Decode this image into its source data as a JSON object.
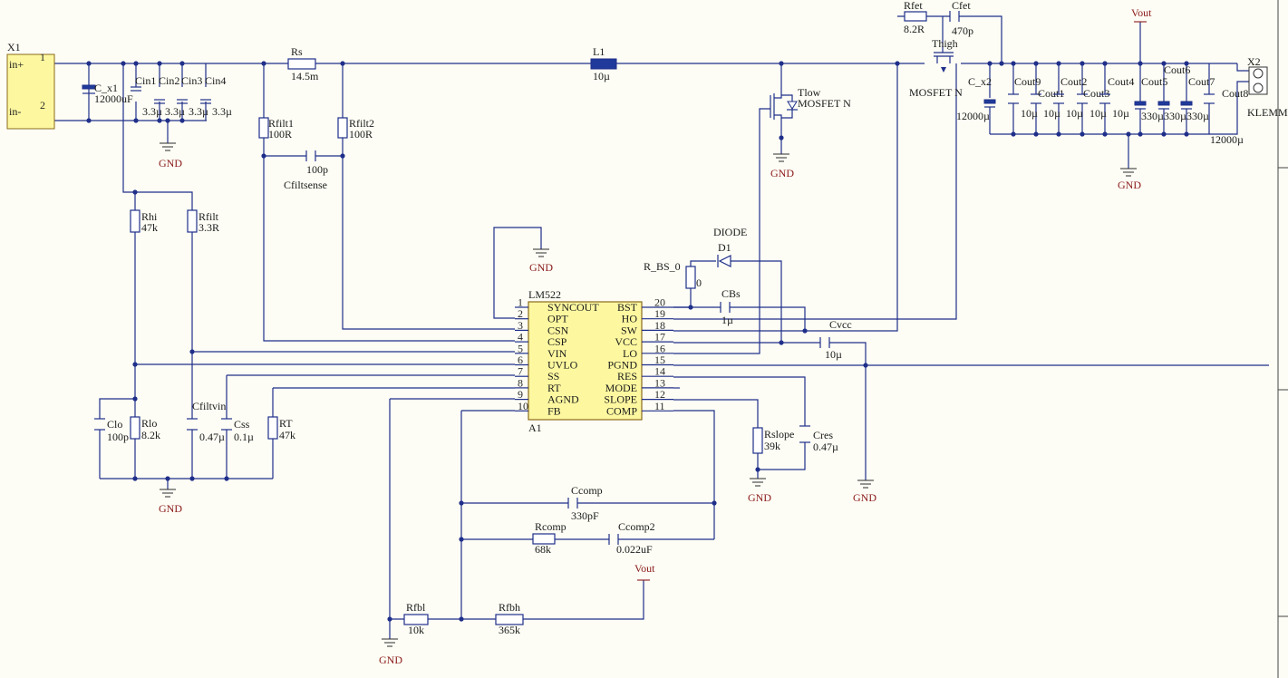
{
  "connectors": {
    "x1": {
      "designator": "X1",
      "pin1_name": "in+",
      "pin2_name": "in-",
      "pin1": "1",
      "pin2": "2"
    },
    "x2": {
      "designator": "X2",
      "type": "KLEMME"
    }
  },
  "resistors": [
    {
      "ref": "Rs",
      "value": "14.5m"
    },
    {
      "ref": "Rfilt1",
      "value": "100R"
    },
    {
      "ref": "Rfilt2",
      "value": "100R"
    },
    {
      "ref": "Rhi",
      "value": "47k"
    },
    {
      "ref": "Rfilt",
      "value": "3.3R"
    },
    {
      "ref": "Rlo",
      "value": "8.2k"
    },
    {
      "ref": "RT",
      "value": "47k"
    },
    {
      "ref": "Rfet",
      "value": "8.2R"
    },
    {
      "ref": "R_BS_0",
      "value": "0"
    },
    {
      "ref": "Rslope",
      "value": "39k"
    },
    {
      "ref": "Rcomp",
      "value": "68k"
    },
    {
      "ref": "Rfbl",
      "value": "10k"
    },
    {
      "ref": "Rfbh",
      "value": "365k"
    }
  ],
  "capacitors": [
    {
      "ref": "C_x1",
      "value": "12000uF"
    },
    {
      "ref": "Cin1",
      "value": "3.3µ"
    },
    {
      "ref": "Cin2",
      "value": "3.3µ"
    },
    {
      "ref": "Cin3",
      "value": "3.3µ"
    },
    {
      "ref": "Cin4",
      "value": "3.3µ"
    },
    {
      "ref": "Cfiltsense",
      "value": "100p"
    },
    {
      "ref": "Clo",
      "value": "100p"
    },
    {
      "ref": "Cfiltvin",
      "value": "0.47µ"
    },
    {
      "ref": "Css",
      "value": "0.1µ"
    },
    {
      "ref": "Cfet",
      "value": "470p"
    },
    {
      "ref": "CBs",
      "value": "1µ"
    },
    {
      "ref": "Cvcc",
      "value": "10µ"
    },
    {
      "ref": "Cres",
      "value": "0.47µ"
    },
    {
      "ref": "Ccomp",
      "value": "330pF"
    },
    {
      "ref": "Ccomp2",
      "value": "0.022uF"
    },
    {
      "ref": "C_x2",
      "value": "12000µ"
    },
    {
      "ref": "Cout9",
      "value": "10µ"
    },
    {
      "ref": "Cout1",
      "value": "10µ"
    },
    {
      "ref": "Cout2",
      "value": "10µ"
    },
    {
      "ref": "Cout3",
      "value": "10µ"
    },
    {
      "ref": "Cout4",
      "value": "10µ"
    },
    {
      "ref": "Cout5",
      "value": "330µ"
    },
    {
      "ref": "Cout6",
      "value": "330µ"
    },
    {
      "ref": "Cout7",
      "value": "330µ"
    },
    {
      "ref": "Cout8",
      "value": "12000µ"
    }
  ],
  "inductor": {
    "ref": "L1",
    "value": "10µ"
  },
  "diode": {
    "type": "DIODE",
    "ref": "D1"
  },
  "mosfets": [
    {
      "ref": "Tlow",
      "type": "MOSFET N"
    },
    {
      "ref": "Thigh",
      "type": "MOSFET N"
    }
  ],
  "ic": {
    "ref": "A1",
    "part": "LM522",
    "left_pins": [
      {
        "num": "1",
        "name": "SYNCOUT"
      },
      {
        "num": "2",
        "name": "OPT"
      },
      {
        "num": "3",
        "name": "CSN"
      },
      {
        "num": "4",
        "name": "CSP"
      },
      {
        "num": "5",
        "name": "VIN"
      },
      {
        "num": "6",
        "name": "UVLO"
      },
      {
        "num": "7",
        "name": "SS"
      },
      {
        "num": "8",
        "name": "RT"
      },
      {
        "num": "9",
        "name": "AGND"
      },
      {
        "num": "10",
        "name": "FB"
      }
    ],
    "right_pins": [
      {
        "num": "20",
        "name": "BST"
      },
      {
        "num": "19",
        "name": "HO"
      },
      {
        "num": "18",
        "name": "SW"
      },
      {
        "num": "17",
        "name": "VCC"
      },
      {
        "num": "16",
        "name": "LO"
      },
      {
        "num": "15",
        "name": "PGND"
      },
      {
        "num": "14",
        "name": "RES"
      },
      {
        "num": "13",
        "name": "MODE"
      },
      {
        "num": "12",
        "name": "SLOPE"
      },
      {
        "num": "11",
        "name": "COMP"
      }
    ]
  },
  "net_labels": {
    "gnd": "GND",
    "vout": "Vout"
  },
  "colors": {
    "wire": "#1f2f8a",
    "power": "#8b1a1a",
    "ic_fill": "#fdf8a0",
    "background": "#fdfdf5"
  }
}
